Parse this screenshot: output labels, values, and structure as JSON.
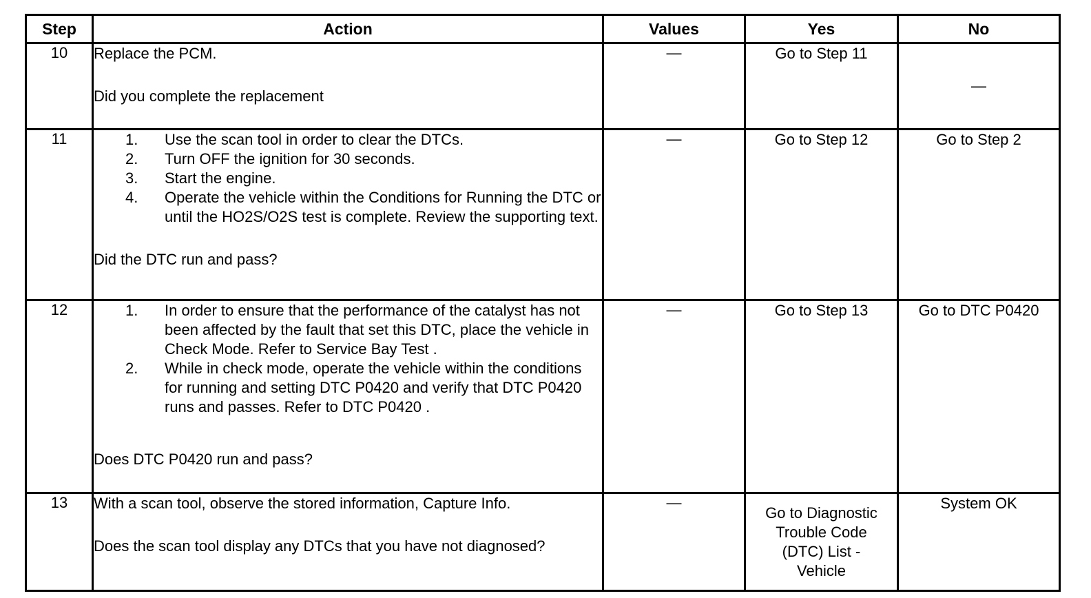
{
  "table": {
    "headers": {
      "step": "Step",
      "action": "Action",
      "values": "Values",
      "yes": "Yes",
      "no": "No"
    },
    "dash": "—",
    "rows": [
      {
        "step": "10",
        "action": {
          "lead": "Replace the PCM.",
          "list": [],
          "question": "Did you complete the replacement"
        },
        "values": "—",
        "yes": [
          "Go to Step 11"
        ],
        "no": [
          "—"
        ]
      },
      {
        "step": "11",
        "action": {
          "lead": "",
          "list": [
            {
              "num": "1.",
              "text": "Use the scan tool in order to clear the DTCs."
            },
            {
              "num": "2.",
              "text": "Turn OFF the ignition for 30 seconds."
            },
            {
              "num": "3.",
              "text": "Start the engine."
            },
            {
              "num": "4.",
              "text": "Operate the vehicle within the Conditions for Running the DTC or until the HO2S/O2S test is complete. Review the supporting text."
            }
          ],
          "question": "Did the DTC run and pass?"
        },
        "values": "—",
        "yes": [
          "Go to Step 12"
        ],
        "no": [
          "Go to Step 2"
        ]
      },
      {
        "step": "12",
        "action": {
          "lead": "",
          "list": [
            {
              "num": "1.",
              "text": "In order to ensure that the performance of the catalyst has not been affected by the fault that set this DTC, place the vehicle in Check Mode. Refer to Service Bay Test ."
            },
            {
              "num": "2.",
              "text": "While in check mode, operate the vehicle within the conditions for running and setting DTC P0420 and verify that DTC P0420 runs and passes. Refer to DTC P0420 ."
            }
          ],
          "question": "Does DTC P0420 run and pass?"
        },
        "values": "—",
        "yes": [
          "Go to Step 13"
        ],
        "no": [
          "Go to DTC P0420"
        ]
      },
      {
        "step": "13",
        "action": {
          "lead": "With a scan tool, observe the stored information, Capture Info.",
          "list": [],
          "question": "Does the scan tool display any DTCs that you have not diagnosed?"
        },
        "values": "—",
        "yes": [
          "Go to Diagnostic",
          "Trouble Code",
          "(DTC) List -",
          "Vehicle"
        ],
        "no": [
          "System OK"
        ]
      }
    ]
  }
}
